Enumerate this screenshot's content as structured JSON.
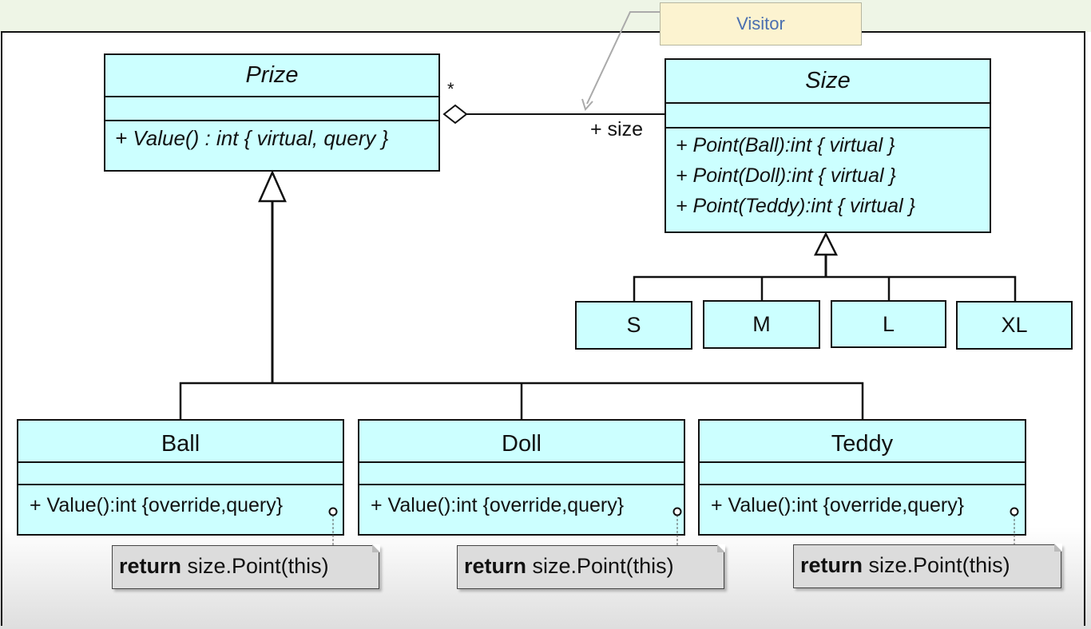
{
  "title_note": "Visitor",
  "association": {
    "multiplicity": "*",
    "role": "+ size"
  },
  "prize": {
    "name": "Prize",
    "operations": [
      "+ Value() : int { virtual, query }"
    ]
  },
  "size": {
    "name": "Size",
    "operations": [
      "+ Point(Ball):int { virtual }",
      "+ Point(Doll):int { virtual }",
      "+ Point(Teddy):int { virtual }"
    ]
  },
  "size_subclasses": [
    "S",
    "M",
    "L",
    "XL"
  ],
  "prize_subclasses": [
    {
      "name": "Ball",
      "operation": "+ Value():int {override,query}",
      "note_keyword": "return",
      "note_text": " size.Point(this)"
    },
    {
      "name": "Doll",
      "operation": "+ Value():int {override,query}",
      "note_keyword": "return",
      "note_text": " size.Point(this)"
    },
    {
      "name": "Teddy",
      "operation": "+ Value():int {override,query}",
      "note_keyword": "return",
      "note_text": " size.Point(this)"
    }
  ]
}
